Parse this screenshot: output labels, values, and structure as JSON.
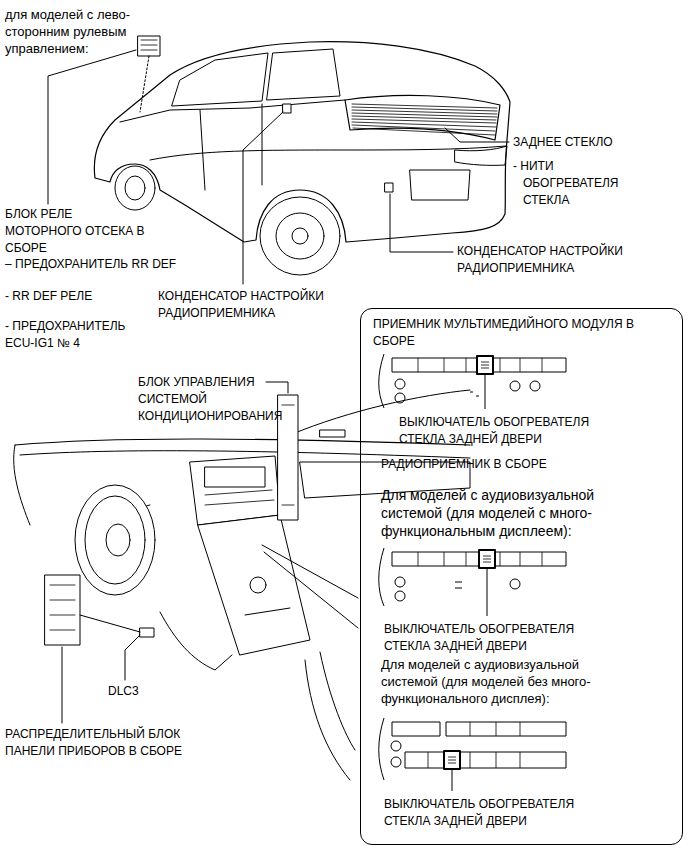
{
  "diagram": {
    "nodes": [
      {
        "text": [
          "ПРИЕМНИК МУЛЬТИМЕДИЙНОГО МОДУЛЯ В СБОРЕ",
          "ВЫКЛЮЧАТЕЛЬ ОБОГРЕВАТЕЛЯ СТЕКЛА ЗАДНЕЙ ДВЕРИ",
          "РАДИОПРИЕМНИК В СБОРЕ",
          "Для моделей с аудиовизуальной системой (для моделей с много- функциональным дисплеем):",
          "ВЫКЛЮЧАТЕЛЬ ОБОГРЕВАТЕЛЯ СТЕКЛА ЗАДНЕЙ ДВЕРИ",
          "Для моделей с аудиовизуальной системой (для моделей без много- функционального дисплея):",
          "ВЫКЛЮЧАТЕЛЬ ОБОГРЕВАТЕЛЯ СТЕКЛА ЗАДНЕЙ ДВЕРИ"
        ]
      }
    ],
    "labels": [
      "для моделей с лево- сторонним рулевым управлением:",
      "ЗАДНЕЕ СТЕКЛО",
      "- НИТИ ОБОГРЕВАТЕЛЯ СТЕКЛА",
      "КОНДЕНСАТОР НАСТРОЙКИ РАДИОПРИЕМНИКА",
      "БЛОК РЕЛЕ МОТОРНОГО ОТСЕКА В СБОРЕ",
      "– ПРЕДОХРАНИТЕЛЬ RR DEF",
      "- RR DEF РЕЛЕ",
      "- ПРЕДОХРАНИТЕЛЬ ECU-IG1 № 4",
      "КОНДЕНСАТОР НАСТРОЙКИ РАДИОПРИЕМНИКА",
      "БЛОК УПРАВЛЕНИЯ СИСТЕМОЙ КОНДИЦИОНИРОВАНИЯ",
      "DLC3",
      "РАСПРЕДЕЛИТЕЛЬНЫЙ БЛОК ПАНЕЛИ ПРИБОРОВ В СБОРЕ"
    ]
  }
}
